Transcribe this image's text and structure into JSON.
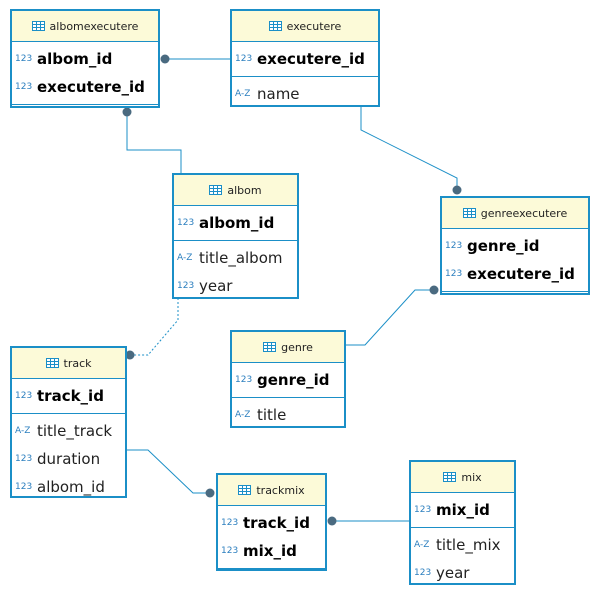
{
  "tables": {
    "albomexecutere": {
      "title": "albomexecutere",
      "columns": [
        {
          "type": "123",
          "name": "albom_id"
        },
        {
          "type": "123",
          "name": "executere_id"
        }
      ]
    },
    "executere": {
      "title": "executere",
      "columns": [
        {
          "type": "123",
          "name": "executere_id"
        },
        {
          "type": "A-Z",
          "name": "name"
        }
      ]
    },
    "albom": {
      "title": "albom",
      "columns": [
        {
          "type": "123",
          "name": "albom_id"
        },
        {
          "type": "A-Z",
          "name": "title_albom"
        },
        {
          "type": "123",
          "name": "year"
        }
      ]
    },
    "genreexecutere": {
      "title": "genreexecutere",
      "columns": [
        {
          "type": "123",
          "name": "genre_id"
        },
        {
          "type": "123",
          "name": "executere_id"
        }
      ]
    },
    "genre": {
      "title": "genre",
      "columns": [
        {
          "type": "123",
          "name": "genre_id"
        },
        {
          "type": "A-Z",
          "name": "title"
        }
      ]
    },
    "track": {
      "title": "track",
      "columns": [
        {
          "type": "123",
          "name": "track_id"
        },
        {
          "type": "A-Z",
          "name": "title_track"
        },
        {
          "type": "123",
          "name": "duration"
        },
        {
          "type": "123",
          "name": "albom_id"
        }
      ]
    },
    "trackmix": {
      "title": "trackmix",
      "columns": [
        {
          "type": "123",
          "name": "track_id"
        },
        {
          "type": "123",
          "name": "mix_id"
        }
      ]
    },
    "mix": {
      "title": "mix",
      "columns": [
        {
          "type": "123",
          "name": "mix_id"
        },
        {
          "type": "A-Z",
          "name": "title_mix"
        },
        {
          "type": "123",
          "name": "year"
        }
      ]
    }
  },
  "colors": {
    "border": "#1b8fc7",
    "header": "#fcfad8",
    "line": "#1b8fc7",
    "dot": "#4a6a80",
    "type": "#2c7fbf"
  }
}
